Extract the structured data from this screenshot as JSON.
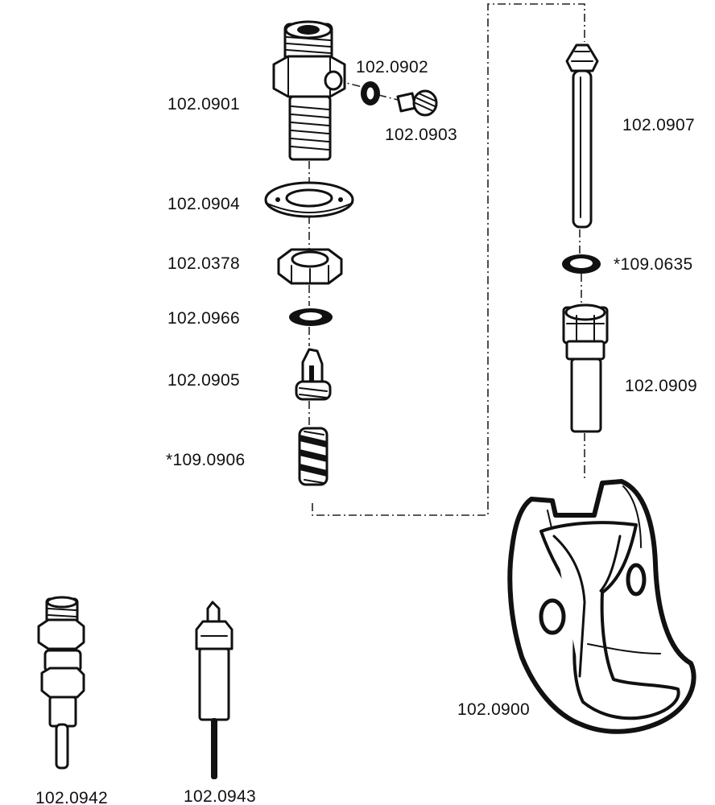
{
  "labels": {
    "p0901": "102.0901",
    "p0902": "102.0902",
    "p0903": "102.0903",
    "p0904": "102.0904",
    "p0378": "102.0378",
    "p0966": "102.0966",
    "p0905": "102.0905",
    "p0906": "*109.0906",
    "p0907": "102.0907",
    "p0635": "*109.0635",
    "p0909": "102.0909",
    "p0900": "102.0900",
    "p0942": "102.0942",
    "p0943": "102.0943"
  },
  "colors": {
    "ink": "#111111",
    "paper": "#ffffff"
  }
}
